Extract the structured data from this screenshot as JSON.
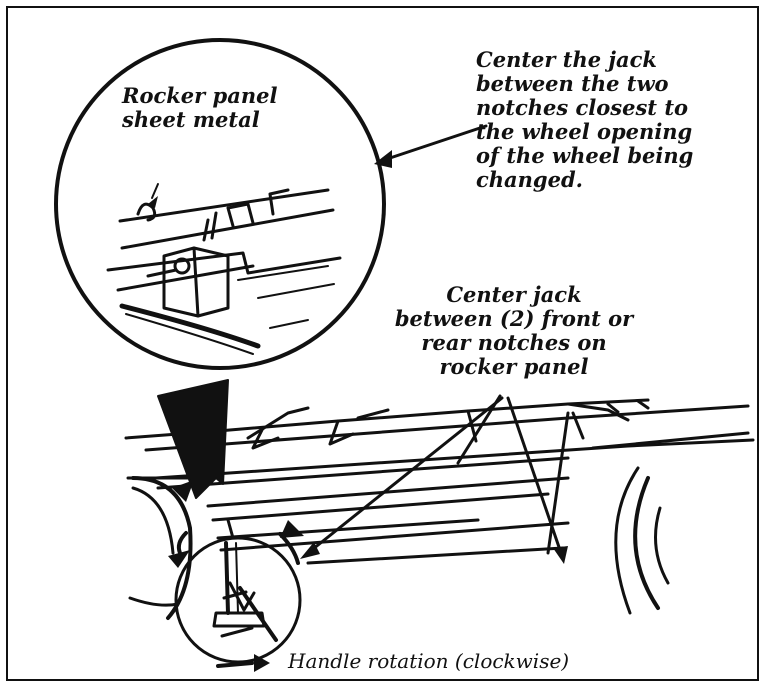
{
  "diagram": {
    "labels": {
      "rocker_panel": [
        "Rocker panel",
        "sheet metal"
      ],
      "center_jack_wheel": [
        "Center the jack",
        "between the two",
        "notches closest to",
        "the wheel opening",
        "of the wheel being",
        "changed."
      ],
      "center_jack_notches": [
        "Center jack",
        "between (2) front or",
        "rear notches on",
        "rocker panel"
      ],
      "handle_rotation": "Handle rotation (clockwise)"
    }
  }
}
